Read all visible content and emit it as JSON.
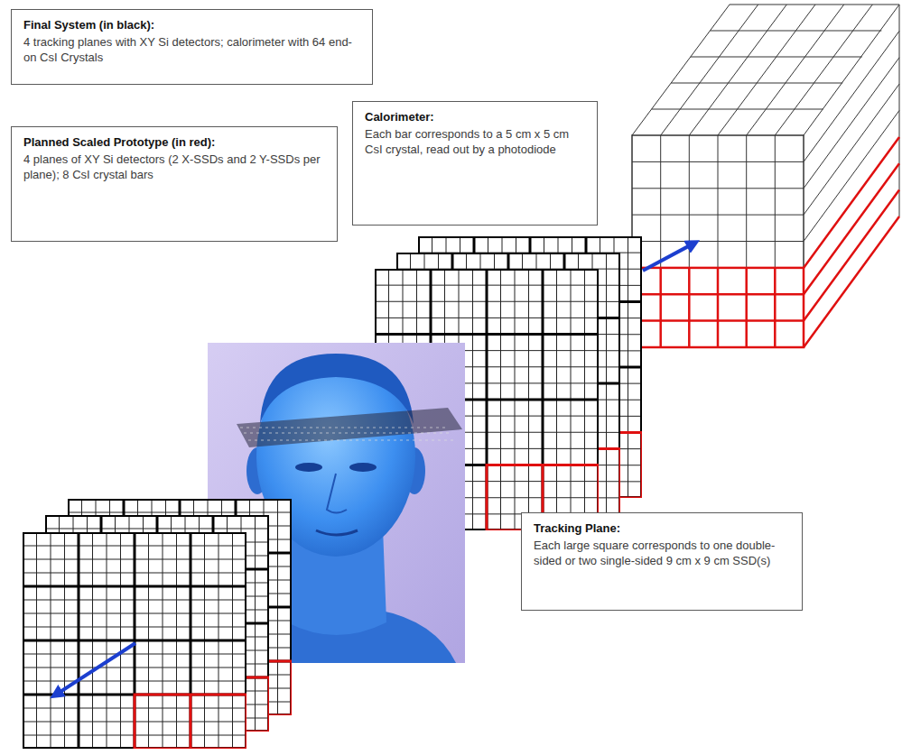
{
  "diagram": {
    "nodes": [
      {
        "text": [
          "Final System (in black):",
          "4 tracking planes with XY Si detectors; calorimeter with 64 end-on CsI Crystals"
        ]
      },
      {
        "text": [
          "Planned Scaled Prototype (in red):",
          "4 planes of XY Si detectors (2 X-SSDs and 2 Y-SSDs per plane); 8 CsI crystal bars"
        ]
      },
      {
        "text": [
          "Calorimeter:",
          "Each bar corresponds to a 5 cm x 5 cm CsI crystal, read out by a photodiode"
        ]
      },
      {
        "text": [
          "Tracking Plane:",
          "Each large square corresponds to one double-sided or two single-sided 9 cm x 9 cm SSD(s)"
        ]
      }
    ]
  }
}
